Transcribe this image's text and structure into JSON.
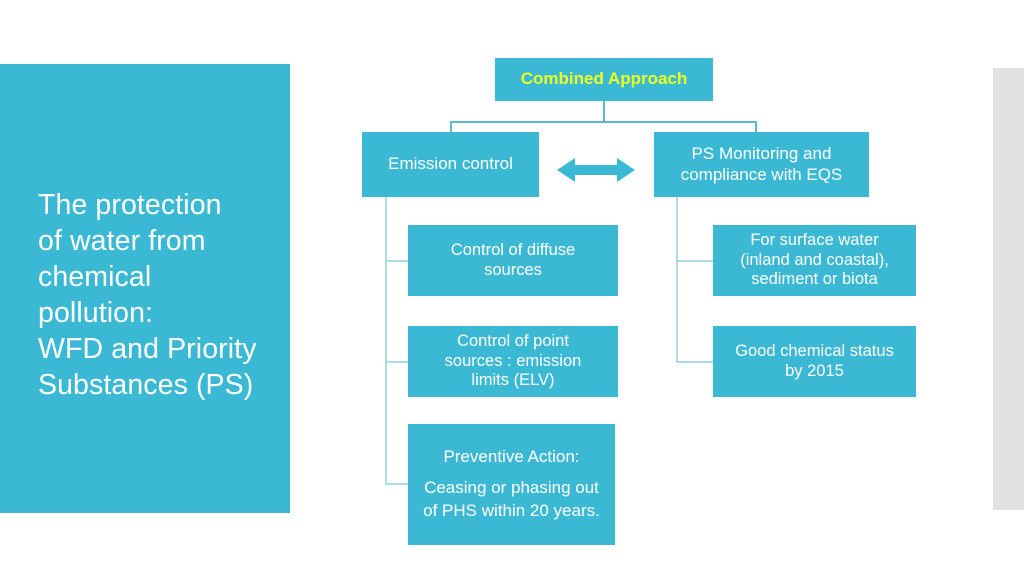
{
  "slide": {
    "title_panel": {
      "text": "The protection\nof water from\nchemical\npollution:\nWFD and Priority\nSubstances (PS)",
      "background_color": "#3BB8D4",
      "text_color": "#FFFFFF"
    },
    "right_bar": {
      "color": "#E2E2E2"
    }
  },
  "diagram": {
    "type": "flowchart",
    "node_color": "#3BB8D4",
    "connector_color": "#5BB9D0",
    "root": {
      "label": "Combined Approach",
      "text_color": "#EDFF21"
    },
    "branches": [
      {
        "label": "Emission control",
        "children": [
          {
            "label": "Control of diffuse\nsources"
          },
          {
            "label": "Control of point\nsources : emission\nlimits (ELV)"
          },
          {
            "label": "Preventive Action:\nCeasing or phasing out\nof PHS within 20 years.",
            "line1": "Preventive Action:",
            "line2": "Ceasing or phasing out\nof PHS within 20 years."
          }
        ]
      },
      {
        "label": "PS Monitoring and\ncompliance with EQS",
        "children": [
          {
            "label": "For surface water\n(inland and coastal),\nsediment or biota"
          },
          {
            "label": "Good chemical status\nby 2015"
          }
        ]
      }
    ],
    "link": {
      "icon": "double-headed-arrow",
      "color": "#3BB8D4"
    }
  }
}
